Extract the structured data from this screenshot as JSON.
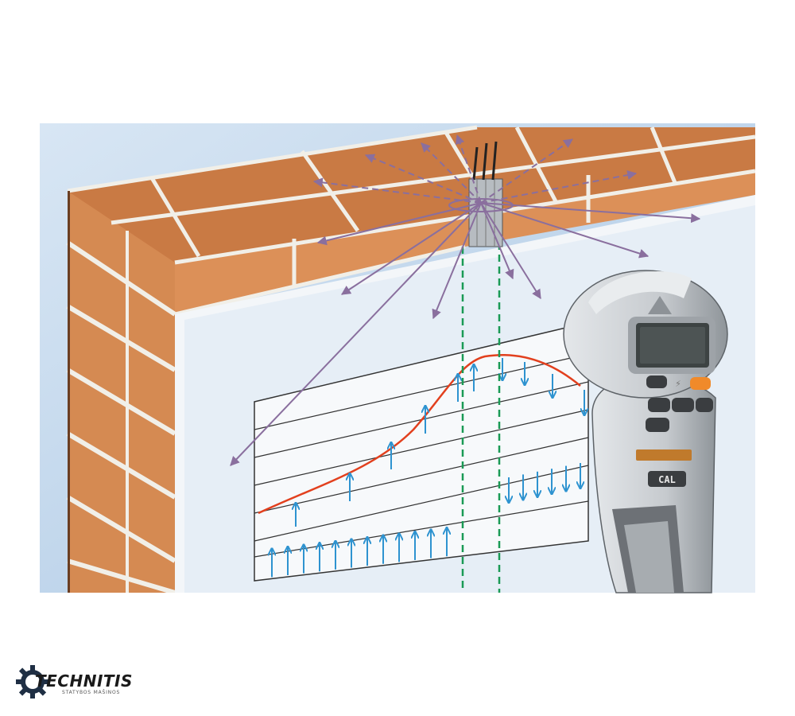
{
  "device": {
    "cal_label": "CAL",
    "brand_strip": "",
    "colors": {
      "body": "#c9cdd1",
      "body_dark": "#8d9297",
      "display": "#3d4343",
      "orange_button": "#f08a2a"
    }
  },
  "scene": {
    "colors": {
      "sky": "#bfd4ea",
      "brick": "#d98a52",
      "mortar": "#f1efe8",
      "plaster": "#f3f6f9",
      "field_arrow": "#8a6f9e",
      "signal_curve": "#e2401e",
      "signal_arrow": "#2e93d0",
      "guide_line": "#1a9a55"
    },
    "icons": [
      "cable-bundle-icon",
      "lightning-icon"
    ]
  },
  "logo": {
    "title": "TECHNITIS",
    "subtitle": "STATYBOS MAŠINOS",
    "accent": "#1f2f44"
  }
}
